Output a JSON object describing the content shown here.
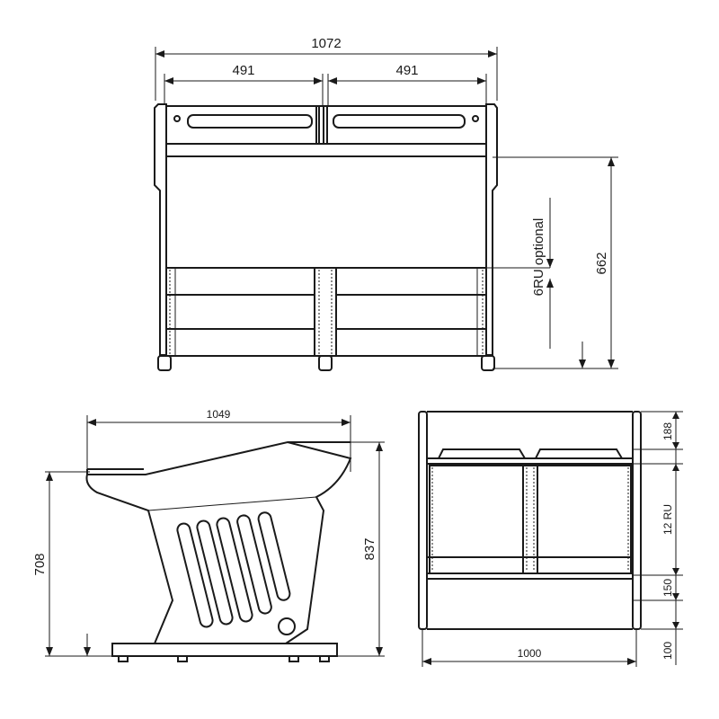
{
  "front_view": {
    "overall_width": "1072",
    "left_bay_width": "491",
    "right_bay_width": "491",
    "height": "662",
    "rack_note": "6RU optional"
  },
  "side_view": {
    "depth": "1049",
    "front_height": "708",
    "rear_height": "837"
  },
  "rear_view": {
    "top_height": "188",
    "rack_units": "12 RU",
    "lower_panel": "150",
    "base_height": "100",
    "width": "1000"
  }
}
